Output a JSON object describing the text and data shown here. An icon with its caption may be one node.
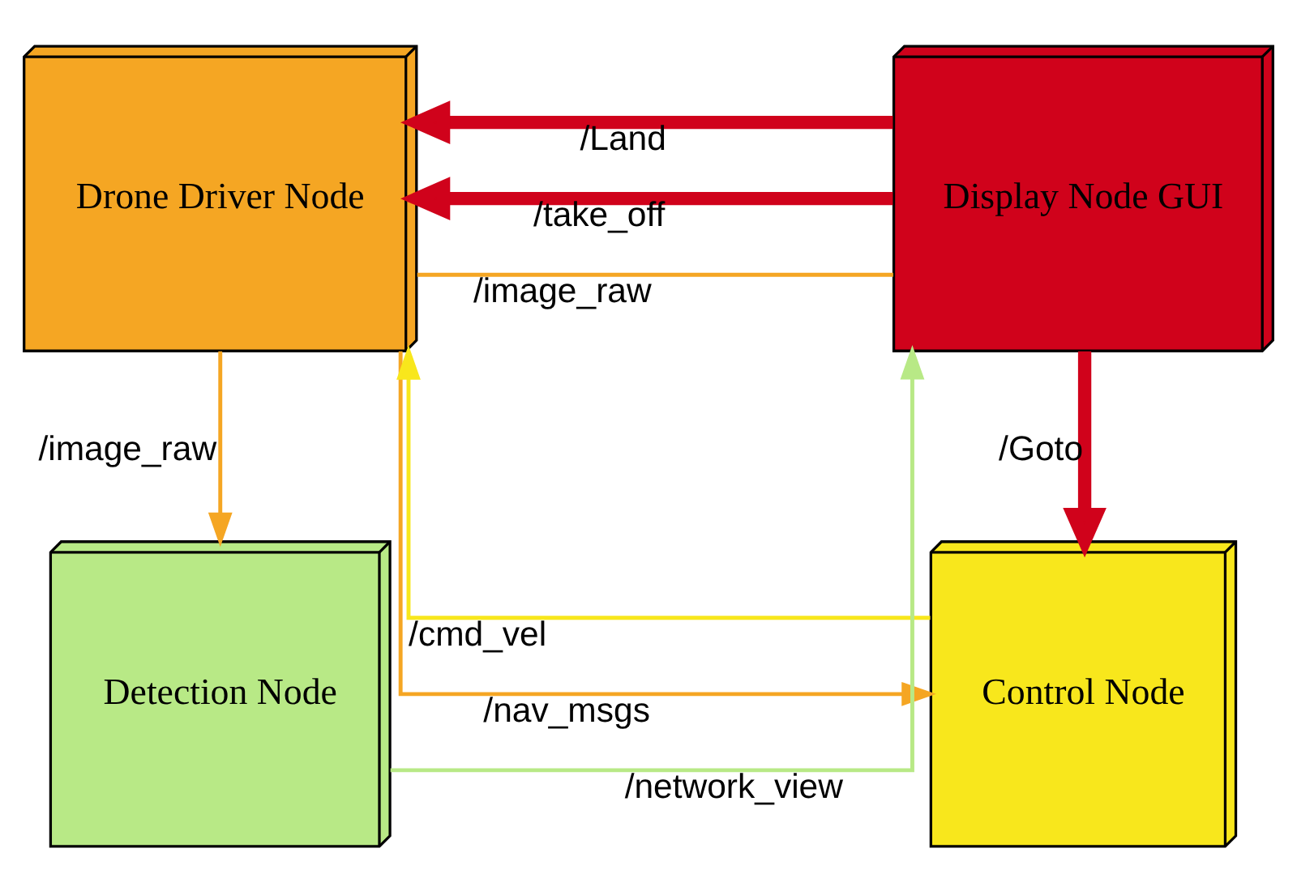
{
  "diagram": {
    "nodes": [
      {
        "text": [
          "Drone Driver Node"
        ]
      },
      {
        "text": [
          "Control Node"
        ]
      },
      {
        "text": [
          "Detection Node"
        ]
      },
      {
        "text": [
          "Display Node GUI"
        ]
      }
    ],
    "edges": [
      {
        "from": 0,
        "to": 1,
        "arrow": "to",
        "label": "/nav_msgs",
        "color": "#f5a623"
      },
      {
        "from": 1,
        "to": 0,
        "arrow": "to",
        "label": "/cmd_vel",
        "color": "#f8e71c"
      },
      {
        "from": 3,
        "to": 0,
        "arrow": "to",
        "label": "/take_off",
        "color": "#d0021b",
        "style": "thick"
      },
      {
        "from": 3,
        "to": 0,
        "arrow": "to",
        "label": "/Land",
        "color": "#d0021b",
        "style": "thick"
      },
      {
        "from": 0,
        "to": 2,
        "arrow": "to",
        "label": "/image_raw",
        "color": "#f5a623"
      },
      {
        "from": 0,
        "to": 3,
        "arrow": "none",
        "label": "/image_raw",
        "color": "#f5a623"
      },
      {
        "from": 2,
        "to": 3,
        "arrow": "to",
        "label": "/network_view",
        "color": "#b8e986"
      },
      {
        "from": 3,
        "to": 1,
        "arrow": "to",
        "label": "/Goto",
        "color": "#d0021b",
        "style": "thick"
      }
    ]
  }
}
